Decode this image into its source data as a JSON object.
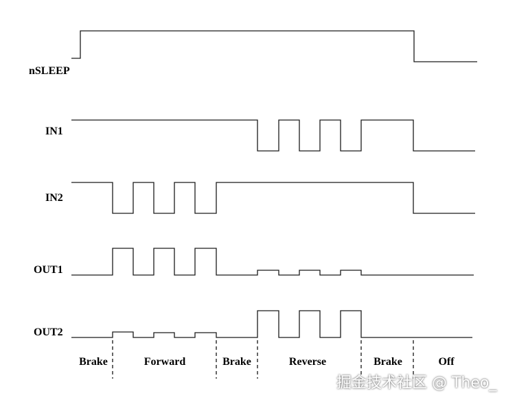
{
  "signals": [
    {
      "label": "nSLEEP"
    },
    {
      "label": "IN1"
    },
    {
      "label": "IN2"
    },
    {
      "label": "OUT1"
    },
    {
      "label": "OUT2"
    }
  ],
  "phases": [
    {
      "label": "Brake"
    },
    {
      "label": "Forward"
    },
    {
      "label": "Brake"
    },
    {
      "label": "Reverse"
    },
    {
      "label": "Brake"
    },
    {
      "label": "Off"
    }
  ],
  "watermark": "掘金技术社区 @ Theo_"
}
